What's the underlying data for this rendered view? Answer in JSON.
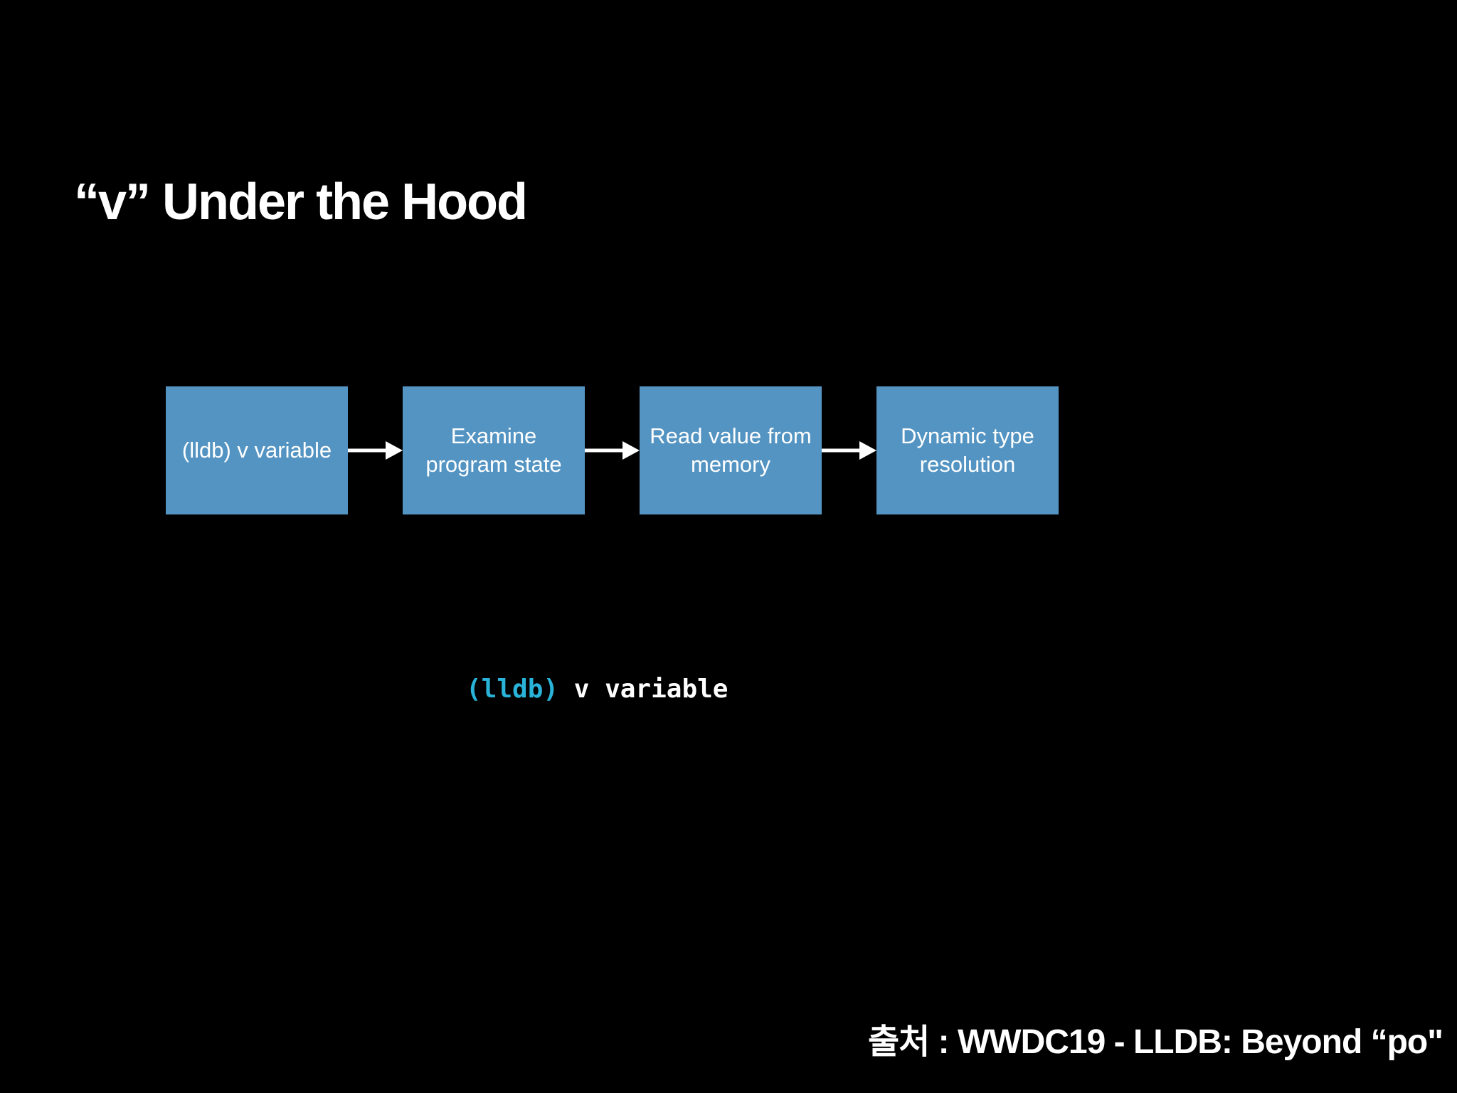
{
  "slide": {
    "title": "“v” Under the Hood",
    "flow": {
      "boxes": [
        {
          "lines": [
            "(lldb) v variable"
          ]
        },
        {
          "lines": [
            "Examine",
            "program state"
          ]
        },
        {
          "lines": [
            "Read value from",
            "memory"
          ]
        },
        {
          "lines": [
            "Dynamic type",
            "resolution"
          ]
        }
      ]
    },
    "code": {
      "prompt": "(lldb)",
      "command": " v variable"
    },
    "attribution": "출처 : WWDC19 - LLDB: Beyond “po\""
  },
  "colors": {
    "background": "#000000",
    "box_blue": "#5494c2",
    "box_text": "#ffffff",
    "prompt_cyan": "#29b3d8",
    "code_text": "#ffffff",
    "arrow": "#ffffff",
    "title_text": "#ffffff"
  }
}
